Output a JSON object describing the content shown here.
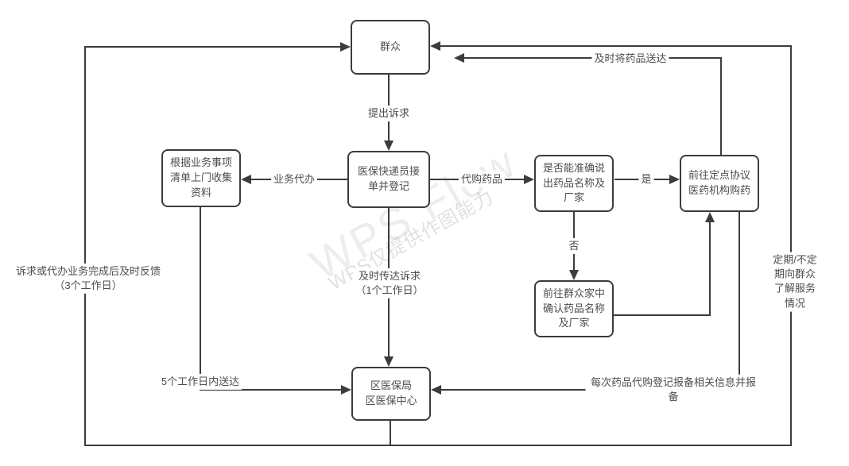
{
  "watermark": {
    "line1": "WPS Flow",
    "line2": "WPS仅提供作图能力"
  },
  "nodes": {
    "masses": "群众",
    "courier": "医保快递员接\n单并登记",
    "collect": "根据业务事项\n清单上门收集\n资料",
    "can_name_drug": "是否能准确说\n出药品名称及\n厂家",
    "pharmacy": "前往定点协议\n医药机构购药",
    "home_confirm": "前往群众家中\n确认药品名称\n及厂家",
    "bureau": "区医保局\n区医保中心"
  },
  "edges": {
    "raise_request": "提出诉求",
    "agency_service": "业务代办",
    "purchase_drugs": "代购药品",
    "yes": "是",
    "no": "否",
    "convey_request": "及时传达诉求\n（1个工作日）",
    "deliver_5_days": "5个工作日内送达",
    "report_info": "每次药品代购登记报备相关信息并报备",
    "deliver_drugs": "及时将药品送达",
    "periodic_check": "定期/不定期向群众\n了解服务情况",
    "feedback_3_days": "诉求或代办业务完成后及时反馈\n（3个工作日）"
  },
  "colors": {
    "line": "#3c3c3c",
    "text": "#4d4d4d",
    "background": "#ffffff"
  }
}
